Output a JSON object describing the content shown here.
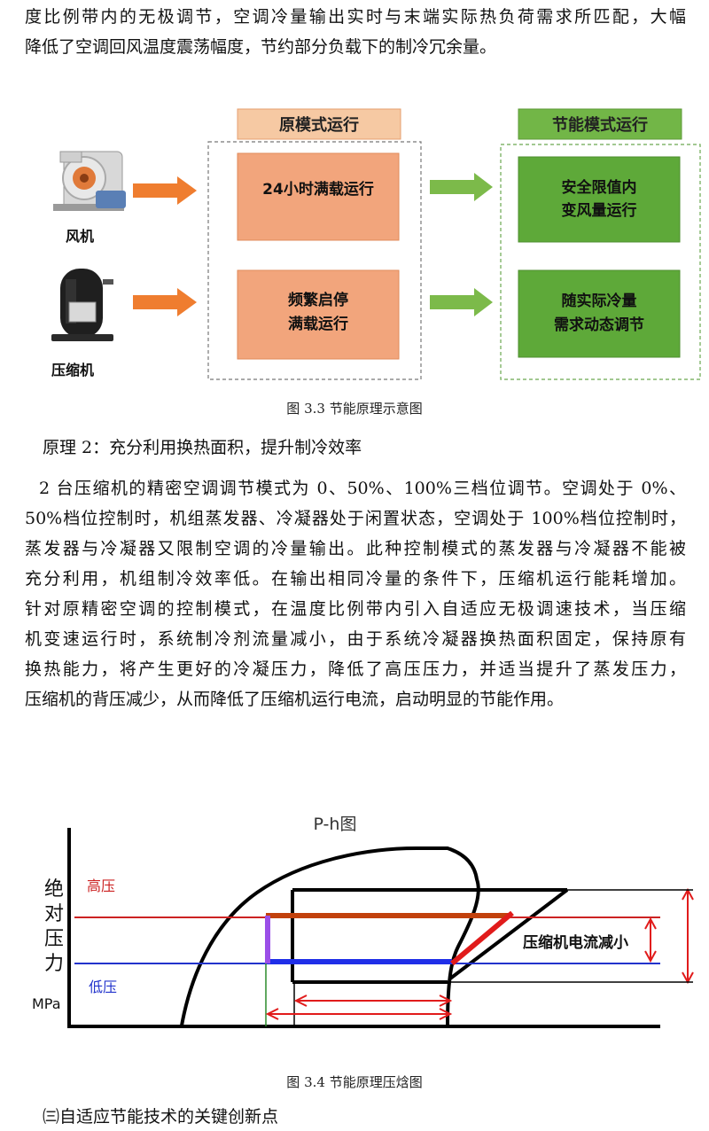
{
  "top_text": {
    "line1": "度比例带内的无极调节，空调冷量输出实时与末端实际热负荷需求所匹配，大幅",
    "line2": "降低了空调回风温度震荡幅度，节约部分负载下的制冷冗余量。"
  },
  "fig33": {
    "header_left": "原模式运行",
    "header_right": "节能模式运行",
    "fan_label": "风机",
    "compressor_label": "压缩机",
    "orange_box1": "24小时满载运行",
    "orange_box2_line1": "频繁启停",
    "orange_box2_line2": "满载运行",
    "green_box1_line1": "安全限值内",
    "green_box1_line2": "变风量运行",
    "green_box2_line1": "随实际冷量",
    "green_box2_line2": "需求动态调节",
    "caption": "图 3.3  节能原理示意图",
    "colors": {
      "orange": "#f2a57c",
      "orange_header": "#f6c9a3",
      "arrow_orange": "#ef7d2f",
      "green": "#5ea939",
      "green_header": "#72b647",
      "arrow_green": "#7cba4a"
    }
  },
  "principle2": {
    "title": "原理 2：充分利用换热面积，提升制冷效率",
    "lines": [
      "2 台压缩机的精密空调调节模式为 0、50%、100%三档位调节。空调处于 0%、",
      "50%档位控制时，机组蒸发器、冷凝器处于闲置状态，空调处于 100%档位控制时，",
      "蒸发器与冷凝器又限制空调的冷量输出。此种控制模式的蒸发器与冷凝器不能被",
      "充分利用，机组制冷效率低。在输出相同冷量的条件下，压缩机运行能耗增加。",
      "针对原精密空调的控制模式，在温度比例带内引入自适应无极调速技术，当压缩",
      "机变速运行时，系统制冷剂流量减小，由于系统冷凝器换热面积固定，保持原有",
      "换热能力，将产生更好的冷凝压力，降低了高压压力，并适当提升了蒸发压力，",
      "压缩机的背压减少，从而降低了压缩机运行电流，启动明显的节能作用。"
    ]
  },
  "fig34": {
    "title": "P-h图",
    "y_axis_chars": [
      "绝",
      "对",
      "压",
      "力"
    ],
    "unit": "MPa",
    "high_label": "高压",
    "low_label": "低压",
    "annotation": "压缩机电流减小",
    "caption": "图 3.4  节能原理压焓图",
    "colors": {
      "high": "#cc2222",
      "low": "#2233cc",
      "purple": "#9b4fe8",
      "green_line": "#2a8a2a",
      "high_band": "#c2410c",
      "red": "#e11b1b"
    }
  },
  "next_heading": "㈢自适应节能技术的关键创新点"
}
